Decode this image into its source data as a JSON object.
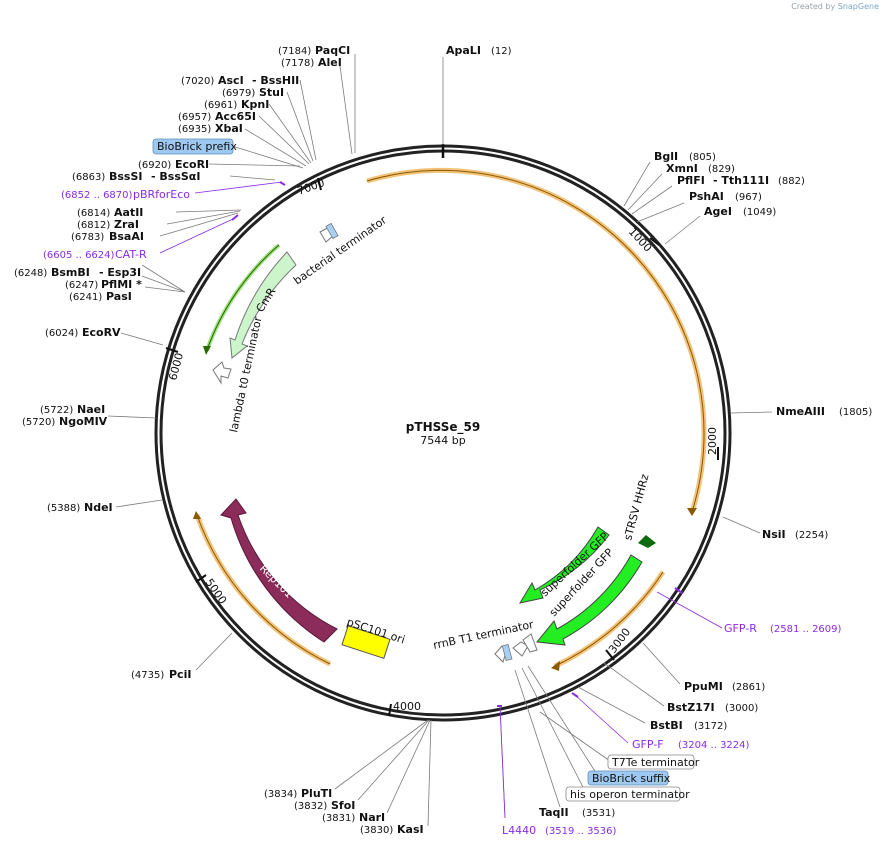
{
  "watermark": {
    "text": "Created by",
    "brand": "SnapGene"
  },
  "plasmid": {
    "name": "pTHSSe_59",
    "length_label": "7544 bp",
    "length": 7544
  },
  "ticks": [
    "1000",
    "2000",
    "3000",
    "4000",
    "5000",
    "6000",
    "7000"
  ],
  "enzymes": [
    {
      "name": "ApaLI",
      "pos": "(12)"
    },
    {
      "name": "BglI",
      "pos": "(805)"
    },
    {
      "name": "XmnI",
      "pos": "(829)"
    },
    {
      "name": "PflFI",
      "alt": "- Tth111I",
      "pos": "(882)"
    },
    {
      "name": "PshAI",
      "pos": "(967)"
    },
    {
      "name": "AgeI",
      "pos": "(1049)"
    },
    {
      "name": "NmeAIII",
      "pos": "(1805)"
    },
    {
      "name": "NsiI",
      "pos": "(2254)"
    },
    {
      "name": "PpuMI",
      "pos": "(2861)"
    },
    {
      "name": "BstZ17I",
      "pos": "(3000)"
    },
    {
      "name": "BstBI",
      "pos": "(3172)"
    },
    {
      "name": "TaqII",
      "pos": "(3531)"
    },
    {
      "name": "KasI",
      "pos": "(3830)"
    },
    {
      "name": "NarI",
      "pos": "(3831)"
    },
    {
      "name": "SfoI",
      "pos": "(3832)"
    },
    {
      "name": "PluTI",
      "pos": "(3834)"
    },
    {
      "name": "PciI",
      "pos": "(4735)"
    },
    {
      "name": "NdeI",
      "pos": "(5388)"
    },
    {
      "name": "NgoMIV",
      "pos": "(5720)"
    },
    {
      "name": "NaeI",
      "pos": "(5722)"
    },
    {
      "name": "EcoRV",
      "pos": "(6024)"
    },
    {
      "name": "PasI",
      "pos": "(6241)"
    },
    {
      "name": "PflMI *",
      "pos": "(6247)"
    },
    {
      "name": "BsmBI",
      "alt": "- Esp3I",
      "pos": "(6248)"
    },
    {
      "name": "BsaAI",
      "pos": "(6783)"
    },
    {
      "name": "ZraI",
      "pos": "(6812)"
    },
    {
      "name": "AatII",
      "pos": "(6814)"
    },
    {
      "name": "BssSI",
      "alt": "- BssSαI",
      "pos": "(6863)"
    },
    {
      "name": "EcoRI",
      "pos": "(6920)"
    },
    {
      "name": "XbaI",
      "pos": "(6935)"
    },
    {
      "name": "Acc65I",
      "pos": "(6957)"
    },
    {
      "name": "KpnI",
      "pos": "(6961)"
    },
    {
      "name": "StuI",
      "pos": "(6979)"
    },
    {
      "name": "AscI",
      "alt": "- BssHII",
      "pos": "(7020)"
    },
    {
      "name": "AleI",
      "pos": "(7178)"
    },
    {
      "name": "PaqCI",
      "pos": "(7184)"
    }
  ],
  "primers": [
    {
      "name": "GFP-R",
      "range": "(2581 .. 2609)"
    },
    {
      "name": "GFP-F",
      "range": "(3204 .. 3224)"
    },
    {
      "name": "L4440",
      "range": "(3519 .. 3536)"
    },
    {
      "name": "CAT-R",
      "range": "(6605 .. 6624)"
    },
    {
      "name": "pBRforEco",
      "range": "(6852 .. 6870)"
    }
  ],
  "boxed_labels": {
    "biobrick_prefix": "BioBrick prefix",
    "t7te": "T7Te terminator",
    "biobrick_suffix": "BioBrick suffix",
    "his_operon": "his operon terminator"
  },
  "features": {
    "bacterial_terminator": "bacterial terminator",
    "cmr": "CmR",
    "lambda_t0": "lambda t0 terminator",
    "strsv": "sTRSV HHRz",
    "sfgfp_inner": "superfolder GFP",
    "sfgfp_outer": "superfolder GFP",
    "rrnb": "rrnB T1 terminator",
    "psc101": "pSC101 ori",
    "rep101": "Rep101"
  },
  "colors": {
    "backbone": "#222222",
    "orf_arc": "#f2c27a",
    "orf_arrow": "#8a5a00",
    "primer": "#8a2be2",
    "gfp": "#22ee22",
    "cmr": "#ccf5cc",
    "rep": "#8b2c5a",
    "ori": "#ffff00",
    "prefix_box": "#9ec8f0",
    "strsv": "#0d6b0d"
  }
}
